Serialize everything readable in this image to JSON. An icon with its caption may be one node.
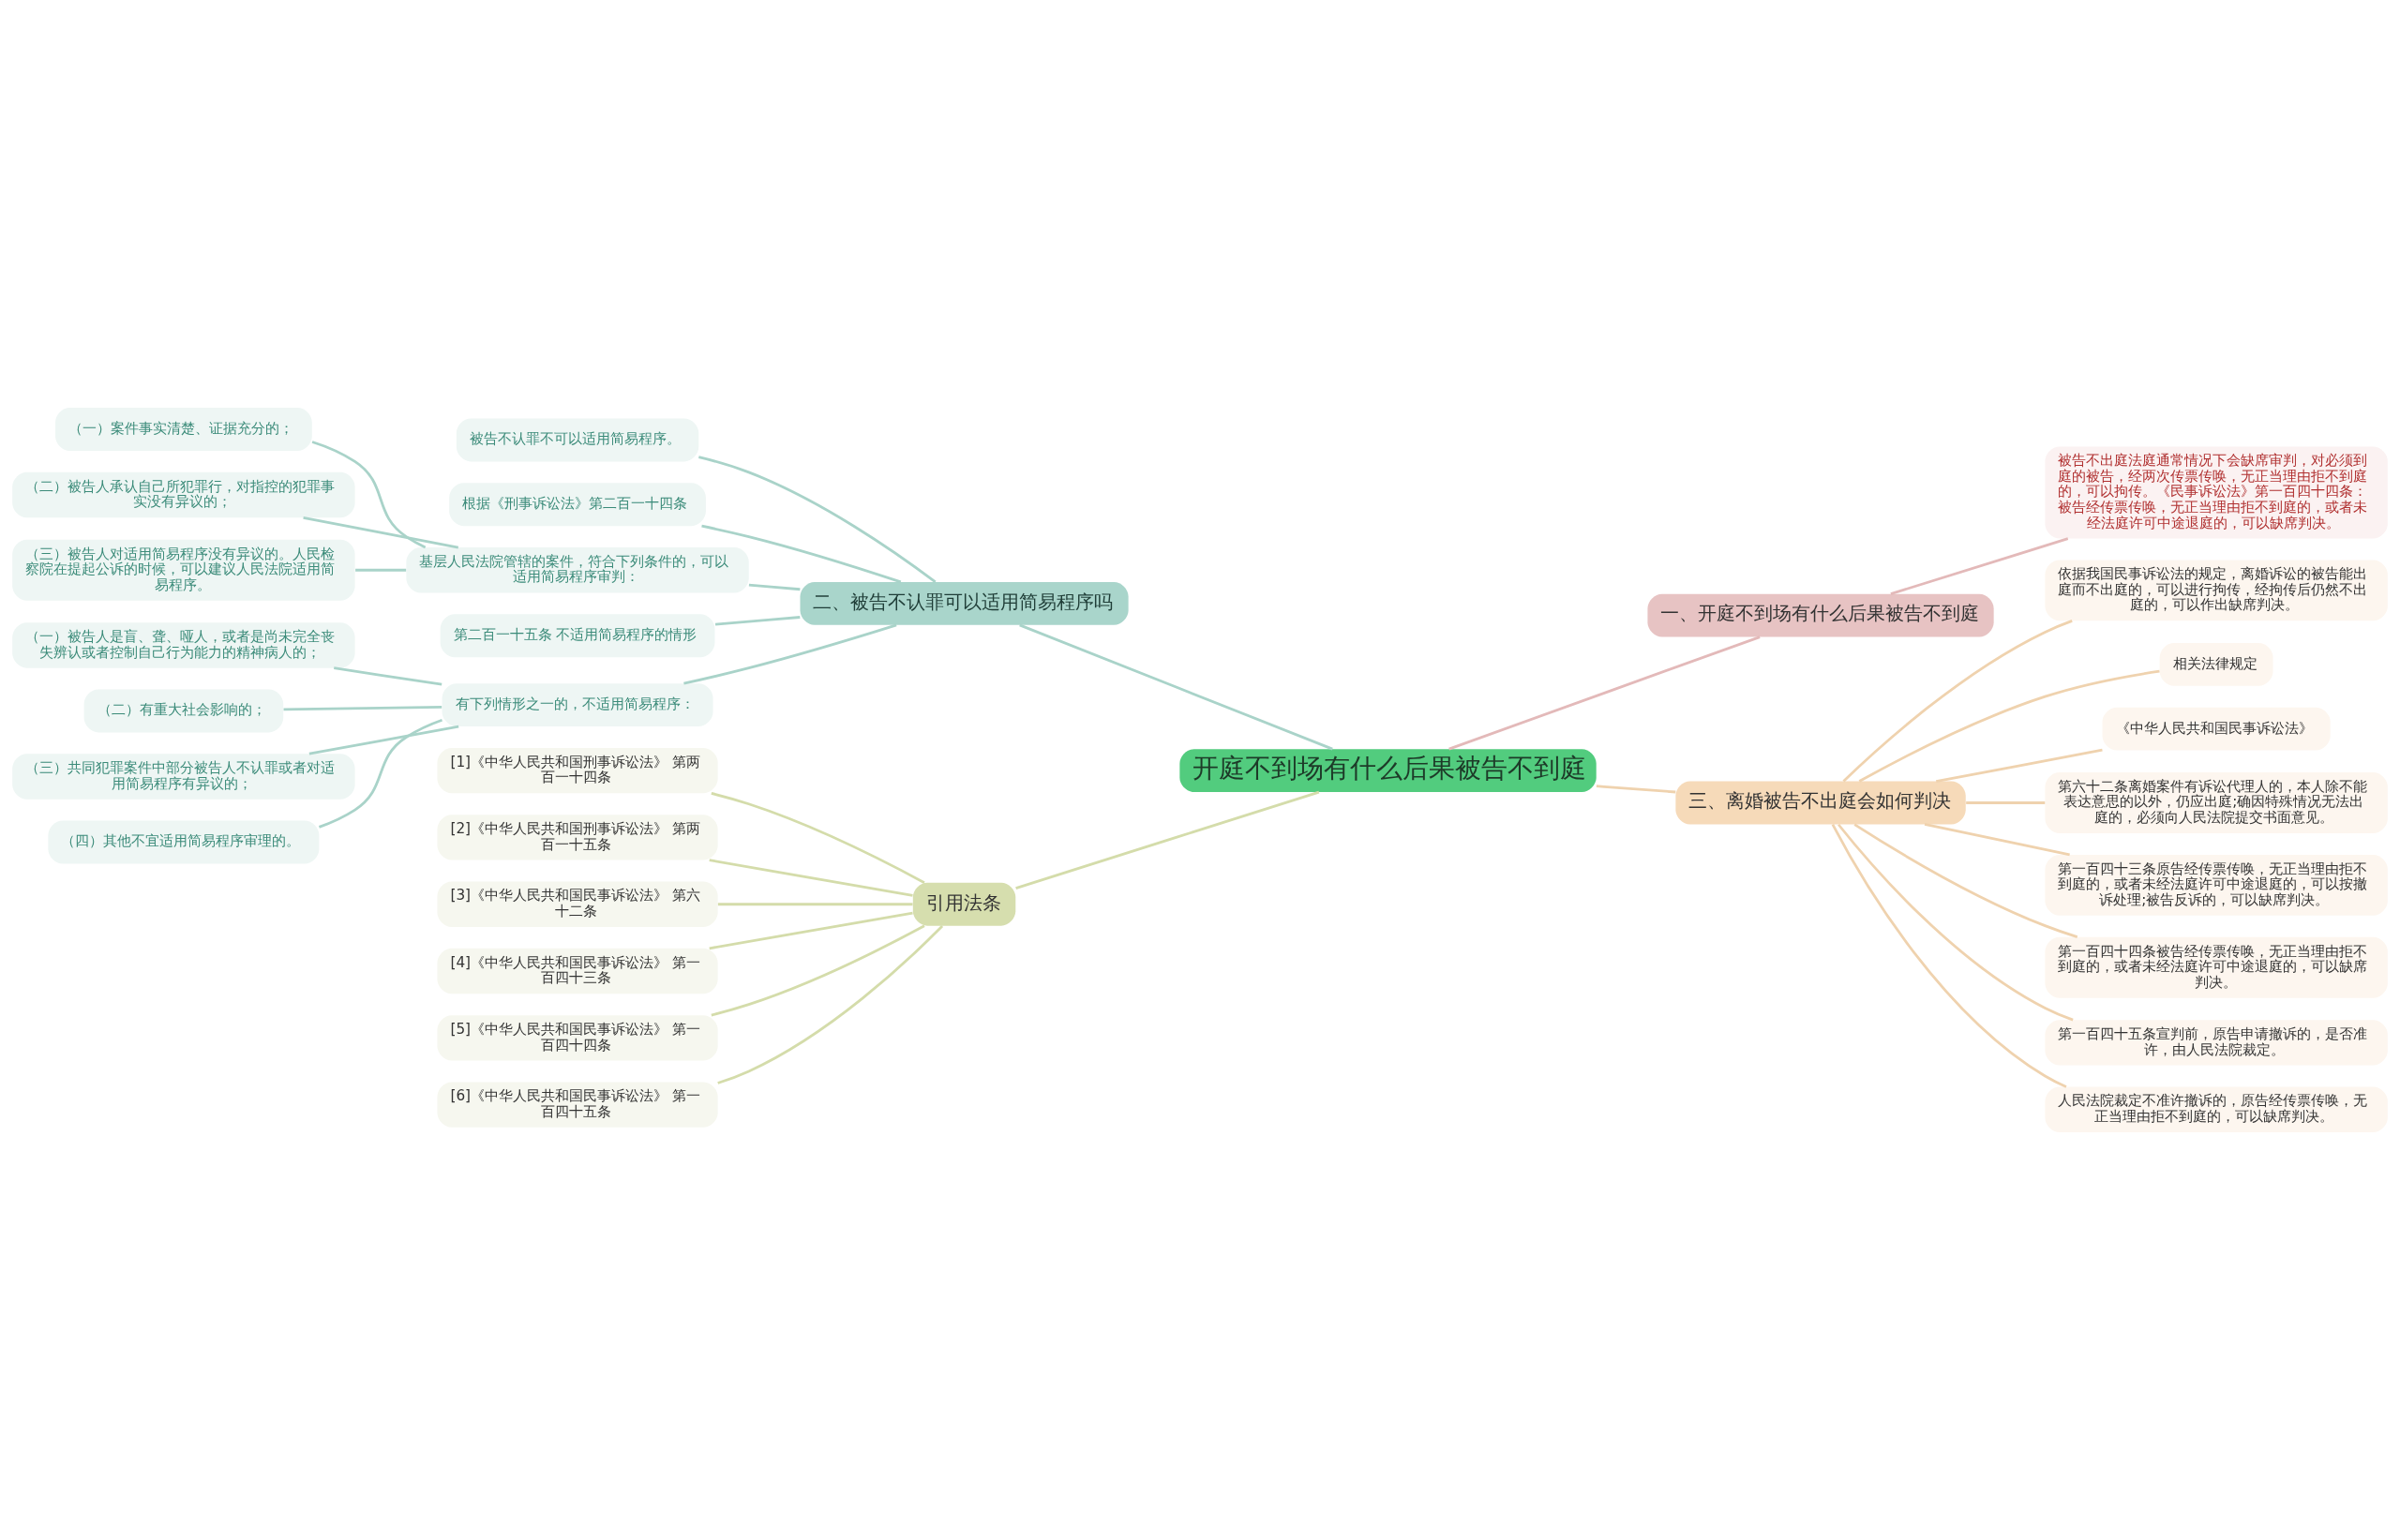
{
  "diagram": {
    "nodes": [
      {
        "text": [
          "开庭不到场有什么后果被告不到庭"
        ]
      },
      {
        "text": [
          "二、被告不认罪可以适用简易程序吗"
        ]
      },
      {
        "text": [
          "被告不认罪不可以适用简易程序。"
        ]
      },
      {
        "text": [
          "根据《刑事诉讼法》第二百一十四条"
        ]
      },
      {
        "text": [
          "基层人民法院管辖的案件，符合下列条件的，可以适用简易程序审判："
        ]
      },
      {
        "text": [
          "（一）案件事实清楚、证据充分的；"
        ]
      },
      {
        "text": [
          "（二）被告人承认自己所犯罪行，对指控的犯罪事实没有异议的；"
        ]
      },
      {
        "text": [
          "（三）被告人对适用简易程序没有异议的。人民检察院在提起公诉的时候，可以建议人民法院适用简易程序。"
        ]
      },
      {
        "text": [
          "第二百一十五条 不适用简易程序的情形"
        ]
      },
      {
        "text": [
          "有下列情形之一的，不适用简易程序："
        ]
      },
      {
        "text": [
          "（一）被告人是盲、聋、哑人，或者是尚未完全丧失辨认或者控制自己行为能力的精神病人的；"
        ]
      },
      {
        "text": [
          "（二）有重大社会影响的；"
        ]
      },
      {
        "text": [
          "（三）共同犯罪案件中部分被告人不认罪或者对适用简易程序有异议的；"
        ]
      },
      {
        "text": [
          "（四）其他不宜适用简易程序审理的。"
        ]
      },
      {
        "text": [
          "引用法条"
        ]
      },
      {
        "text": [
          "[1]《中华人民共和国刑事诉讼法》 第两百一十四条"
        ]
      },
      {
        "text": [
          "[2]《中华人民共和国刑事诉讼法》 第两百一十五条"
        ]
      },
      {
        "text": [
          "[3]《中华人民共和国民事诉讼法》 第六十二条"
        ]
      },
      {
        "text": [
          "[4]《中华人民共和国民事诉讼法》 第一百四十三条"
        ]
      },
      {
        "text": [
          "[5]《中华人民共和国民事诉讼法》 第一百四十四条"
        ]
      },
      {
        "text": [
          "[6]《中华人民共和国民事诉讼法》 第一百四十五条"
        ]
      },
      {
        "text": [
          "一、开庭不到场有什么后果被告不到庭"
        ]
      },
      {
        "text": [
          "被告不出庭法庭通常情况下会缺席审判，对必须到庭的被告，经两次传票传唤，无正当理由拒不到庭的，可以拘传。《民事诉讼法》第一百四十四条：被告经传票传唤，无正当理由拒不到庭的，或者未经法庭许可中途退庭的，可以缺席判决。"
        ]
      },
      {
        "text": [
          "三、离婚被告不出庭会如何判决"
        ]
      },
      {
        "text": [
          "依据我国民事诉讼法的规定，离婚诉讼的被告能出庭而不出庭的，可以进行拘传，经拘传后仍然不出庭的，可以作出缺席判决。"
        ]
      },
      {
        "text": [
          "相关法律规定"
        ]
      },
      {
        "text": [
          "《中华人民共和国民事诉讼法》"
        ]
      },
      {
        "text": [
          "第六十二条离婚案件有诉讼代理人的，本人除不能表达意思的以外，仍应出庭;确因特殊情况无法出庭的，必须向人民法院提交书面意见。"
        ]
      },
      {
        "text": [
          "第一百四十三条原告经传票传唤，无正当理由拒不到庭的，或者未经法庭许可中途退庭的，可以按撤诉处理;被告反诉的，可以缺席判决。"
        ]
      },
      {
        "text": [
          "第一百四十四条被告经传票传唤，无正当理由拒不到庭的，或者未经法庭许可中途退庭的，可以缺席判决。"
        ]
      },
      {
        "text": [
          "第一百四十五条宣判前，原告申请撤诉的，是否准许，由人民法院裁定。"
        ]
      },
      {
        "text": [
          "人民法院裁定不准许撤诉的，原告经传票传唤，无正当理由拒不到庭的，可以缺席判决。"
        ]
      }
    ],
    "edges": [
      {
        "from": 0,
        "to": 1,
        "arrow": "none"
      },
      {
        "from": 1,
        "to": 2,
        "arrow": "none"
      },
      {
        "from": 1,
        "to": 3,
        "arrow": "none"
      },
      {
        "from": 1,
        "to": 4,
        "arrow": "none"
      },
      {
        "from": 4,
        "to": 5,
        "arrow": "none"
      },
      {
        "from": 4,
        "to": 6,
        "arrow": "none"
      },
      {
        "from": 4,
        "to": 7,
        "arrow": "none"
      },
      {
        "from": 1,
        "to": 8,
        "arrow": "none"
      },
      {
        "from": 1,
        "to": 9,
        "arrow": "none"
      },
      {
        "from": 9,
        "to": 10,
        "arrow": "none"
      },
      {
        "from": 9,
        "to": 11,
        "arrow": "none"
      },
      {
        "from": 9,
        "to": 12,
        "arrow": "none"
      },
      {
        "from": 9,
        "to": 13,
        "arrow": "none"
      },
      {
        "from": 0,
        "to": 14,
        "arrow": "none",
        "color": "#d4dcaa"
      },
      {
        "from": 14,
        "to": 15,
        "arrow": "none",
        "color": "#d4dcaa"
      },
      {
        "from": 14,
        "to": 16,
        "arrow": "none",
        "color": "#d4dcaa"
      },
      {
        "from": 14,
        "to": 17,
        "arrow": "none",
        "color": "#d4dcaa"
      },
      {
        "from": 14,
        "to": 18,
        "arrow": "none",
        "color": "#d4dcaa"
      },
      {
        "from": 14,
        "to": 19,
        "arrow": "none",
        "color": "#d4dcaa"
      },
      {
        "from": 14,
        "to": 20,
        "arrow": "none",
        "color": "#d4dcaa"
      },
      {
        "from": 0,
        "to": 21,
        "arrow": "none",
        "color": "#e3b9b9"
      },
      {
        "from": 21,
        "to": 22,
        "arrow": "none",
        "color": "#e3b9b9"
      },
      {
        "from": 0,
        "to": 23,
        "arrow": "none",
        "color": "#efd2ae"
      },
      {
        "from": 23,
        "to": 24,
        "arrow": "none",
        "color": "#efd2ae"
      },
      {
        "from": 23,
        "to": 25,
        "arrow": "none",
        "color": "#efd2ae"
      },
      {
        "from": 23,
        "to": 26,
        "arrow": "none",
        "color": "#efd2ae"
      },
      {
        "from": 23,
        "to": 27,
        "arrow": "none",
        "color": "#efd2ae"
      },
      {
        "from": 23,
        "to": 28,
        "arrow": "none",
        "color": "#efd2ae"
      },
      {
        "from": 23,
        "to": 29,
        "arrow": "none",
        "color": "#efd2ae"
      },
      {
        "from": 23,
        "to": 30,
        "arrow": "none",
        "color": "#efd2ae"
      },
      {
        "from": 23,
        "to": 31,
        "arrow": "none",
        "color": "#efd2ae"
      }
    ]
  }
}
